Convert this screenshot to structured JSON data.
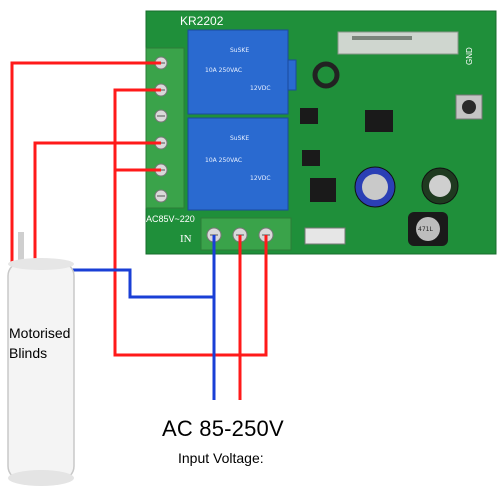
{
  "board": {
    "model": "KR2202",
    "input_marker": "IN",
    "ac_range_silk": "AC85V~220",
    "gnd_silk": "GND",
    "relay_brand": "SuSKE",
    "relay_rating": "10A 250VAC",
    "relay_coil": "12VDC",
    "inductor_marking": "471L"
  },
  "device": {
    "name": "Motorised Blinds"
  },
  "supply": {
    "voltage": "AC 85-250V",
    "caption": "Input Voltage:"
  },
  "colors": {
    "pcb": "#1f8f3a",
    "terminal": "#3aa34a",
    "relay": "#2a6ad0",
    "wire_live": "#ff1a1a",
    "wire_neutral": "#1a3fd6"
  }
}
